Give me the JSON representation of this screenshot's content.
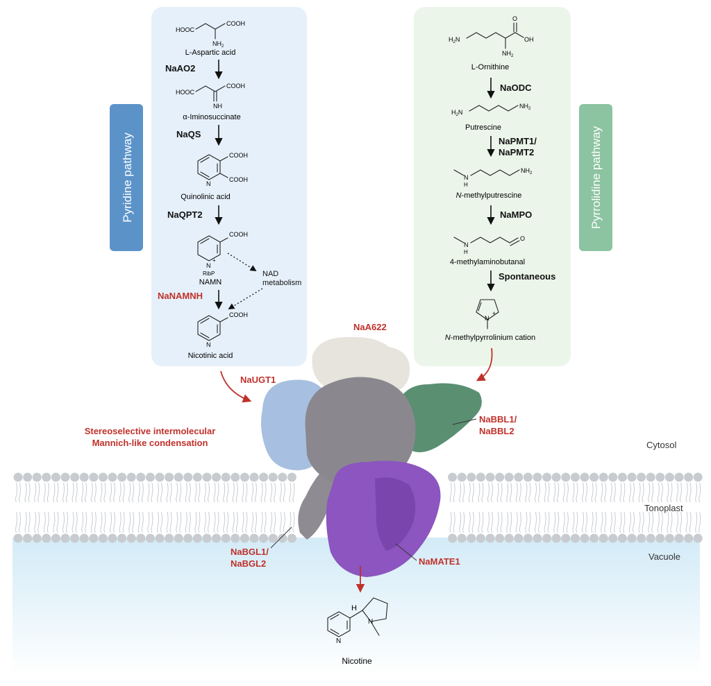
{
  "colors": {
    "pyridine_panel": "#e6f0fa",
    "pyridine_tag": "#5b93c9",
    "pyrrolidine_panel": "#ebf5ea",
    "pyrrolidine_tag": "#8cc4a2",
    "enzyme_red": "#c0312b",
    "lipid_head": "#c8ccd0",
    "vacuole": "#d9eef8"
  },
  "pyridine": {
    "tag": "Pyridine pathway",
    "compounds": [
      "L-Aspartic acid",
      "α-Iminosuccinate",
      "Quinolinic acid",
      "NAMN",
      "Nicotinic acid"
    ],
    "enzymes": [
      "NaAO2",
      "NaQS",
      "NaQPT2",
      "NaNAMNH"
    ],
    "side": "NAD metabolism"
  },
  "pyrrolidine": {
    "tag": "Pyrrolidine pathway",
    "compounds": [
      "L-Ornithine",
      "Putrescine",
      "N-methylputrescine",
      "4-methylaminobutanal",
      "N-methylpyrrolinium cation"
    ],
    "enzymes": [
      "NaODC",
      "NaPMT1/",
      "NaPMT2",
      "NaMPO",
      "Spontaneous"
    ]
  },
  "atoms": {
    "cooh": "COOH",
    "hooc": "HOOC",
    "nh2": "NH",
    "nh": "NH",
    "n": "N",
    "ribp": "RibP",
    "plus": "+",
    "oh": "OH",
    "o": "O",
    "h2n": "H",
    "h": "H",
    "sub2": "2"
  },
  "complex": {
    "naa622": "NaA622",
    "naugt1": "NaUGT1",
    "nabbl": [
      "NaBBL1/",
      "NaBBL2"
    ],
    "nabgl": [
      "NaBGL1/",
      "NaBGL2"
    ],
    "namate1": "NaMATE1",
    "condensation": [
      "Stereoselective intermolecular",
      "Mannich-like condensation"
    ]
  },
  "compartments": {
    "cytosol": "Cytosol",
    "tonoplast": "Tonoplast",
    "vacuole": "Vacuole"
  },
  "product": "Nicotine"
}
